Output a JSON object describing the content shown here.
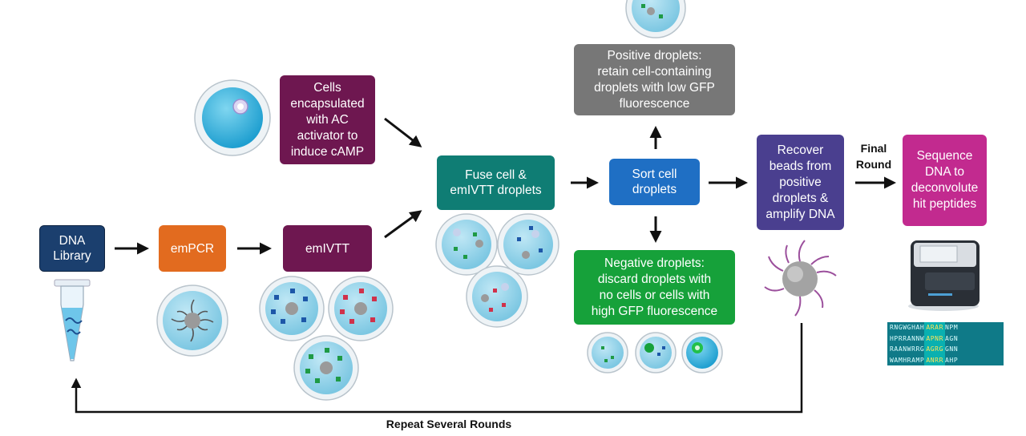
{
  "colors": {
    "navy": "#1b3f6e",
    "orange": "#e26b1f",
    "maroon": "#6e1750",
    "teal": "#0f7d74",
    "blue": "#1f6fc4",
    "gray": "#777777",
    "green": "#16a13a",
    "indigo": "#4a3f8f",
    "magenta": "#c22a8f"
  },
  "boxes": {
    "dna_library": [
      "DNA",
      "Library"
    ],
    "empcr": [
      "emPCR"
    ],
    "emivtt": [
      "emIVTT"
    ],
    "cells": [
      "Cells",
      "encapsulated",
      "with AC",
      "activator to",
      "induce cAMP"
    ],
    "fuse": [
      "Fuse cell &",
      "emIVTT droplets"
    ],
    "sort": [
      "Sort cell",
      "droplets"
    ],
    "positive": [
      "Positive droplets:",
      "retain cell-containing",
      "droplets with low GFP",
      "fluorescence"
    ],
    "negative": [
      "Negative droplets:",
      "discard droplets with",
      "no cells or cells with",
      "high GFP fluorescence"
    ],
    "recover": [
      "Recover",
      "beads from",
      "positive",
      "droplets &",
      "amplify DNA"
    ],
    "sequence": [
      "Sequence",
      "DNA to",
      "deconvolute",
      "hit peptides"
    ]
  },
  "labels": {
    "final_round": [
      "Final",
      "Round"
    ],
    "repeat": "Repeat Several Rounds"
  },
  "sequence_rows": [
    {
      "pre": "RNGWGHAH",
      "hl": "ARAR",
      "post": "NPM"
    },
    {
      "pre": "HPRRANNW",
      "hl": "APNR",
      "post": "AGN"
    },
    {
      "pre": "RAANWRRG",
      "hl": "AGRG",
      "post": "GNN"
    },
    {
      "pre": "WAMHRAMP",
      "hl": "ANRR",
      "post": "AHP"
    }
  ],
  "icons": {
    "tube": "dna-library-tube-icon",
    "sequencer": "sequencer-machine-icon",
    "bead": "bead-droplet-icon"
  }
}
